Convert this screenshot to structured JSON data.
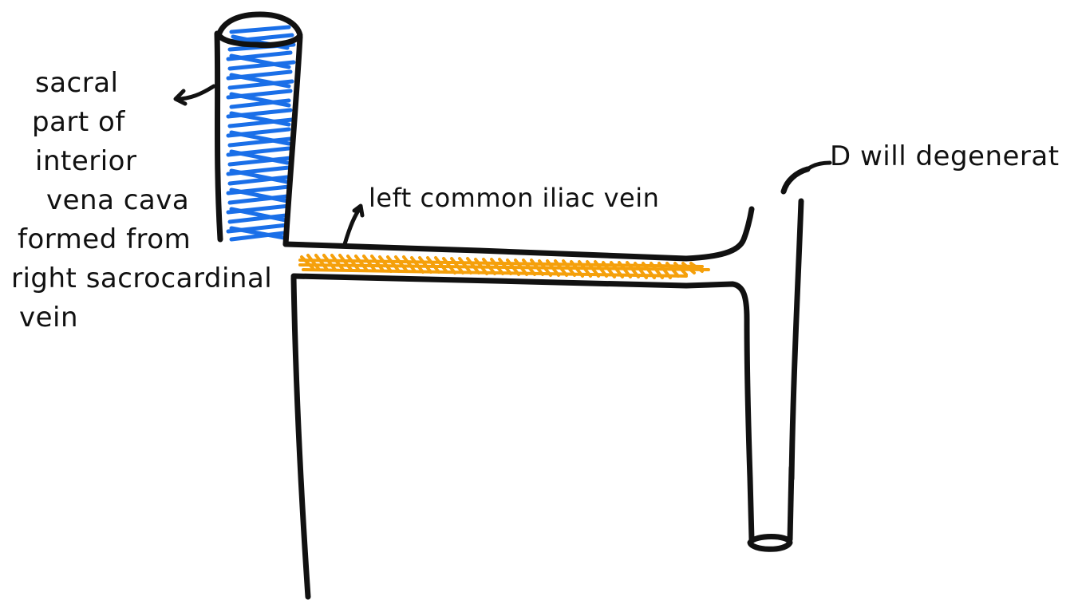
{
  "labels": {
    "sacral_lines": [
      "sacral",
      "part of",
      "interior",
      "vena cava",
      "formed from",
      "right sacrocardinal",
      "vein"
    ],
    "left_common_iliac": "left common iliac vein",
    "will_degenerate": "D will degenerat"
  },
  "colors": {
    "ink": "#111111",
    "ivc_fill": "#1a6fe8",
    "iliac_fill": "#f5a00b"
  }
}
